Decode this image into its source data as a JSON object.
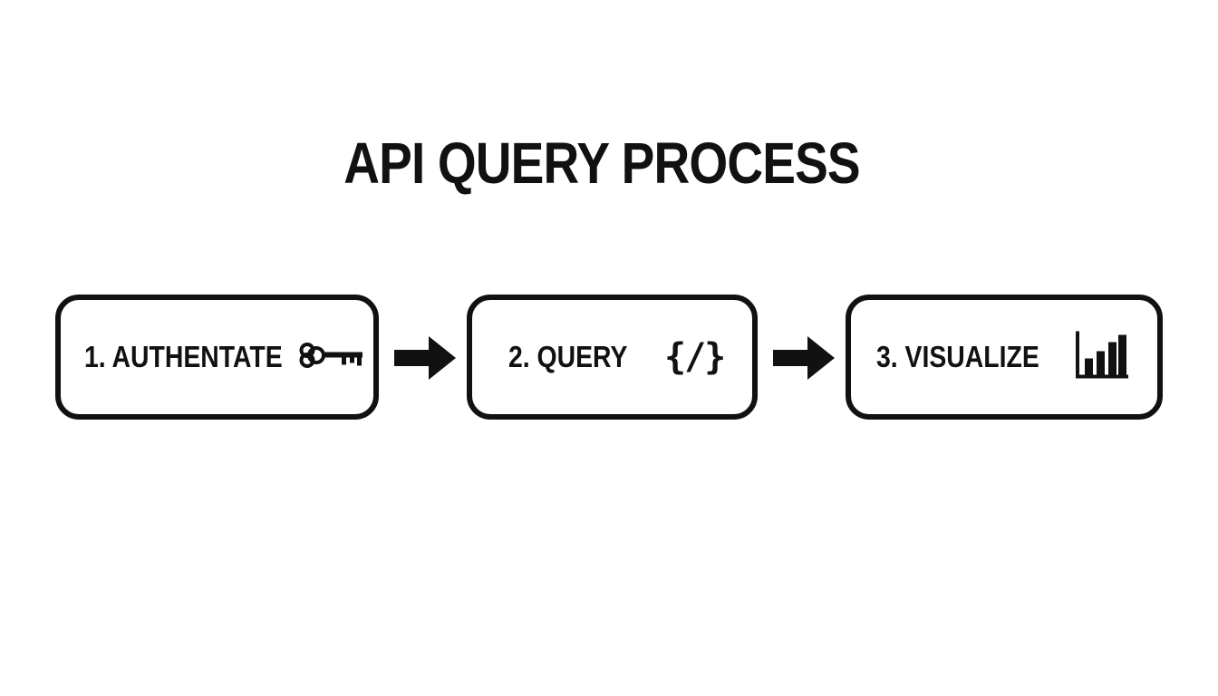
{
  "diagram": {
    "title": "API QUERY PROCESS",
    "steps": [
      {
        "label": "1. AUTHENTATE",
        "icon": "key-icon"
      },
      {
        "label": "2. QUERY",
        "icon": "code-braces-icon",
        "icon_text": "{/}"
      },
      {
        "label": "3. VISUALIZE",
        "icon": "bar-chart-icon"
      }
    ],
    "connectors": [
      "arrow-right-icon",
      "arrow-right-icon"
    ],
    "colors": {
      "ink": "#111111",
      "background": "#ffffff"
    }
  }
}
